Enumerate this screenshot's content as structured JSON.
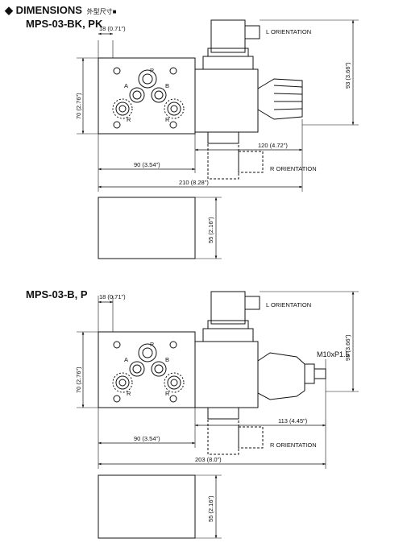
{
  "header": {
    "bullet": "◆",
    "title": "DIMENSIONS",
    "subtitle": "外型尺寸■"
  },
  "models": [
    {
      "title": "MPS-03-BK, PK",
      "dims": {
        "port_offset": "18 (0.71\")",
        "height": "70 (2.76\")",
        "overall_height": "93 (3.66\")",
        "block_width": "90 (3.54\")",
        "knob_reach": "120 (4.72\")",
        "overall_length": "210 (8.28\")",
        "bottom_height": "55 (2.16\")"
      },
      "l_orientation": "L ORIENTATION",
      "r_orientation": "R ORIENTATION",
      "ports": {
        "p": "P",
        "a": "A",
        "b": "B",
        "r1": "R",
        "r2": "R"
      }
    },
    {
      "title": "MPS-03-B, P",
      "dims": {
        "port_offset": "18 (0.71\")",
        "height": "70 (2.76\")",
        "overall_height": "93 (3.66\")",
        "block_width": "90 (3.54\")",
        "knob_reach": "113 (4.45\")",
        "overall_length": "203 (8.0\")",
        "bottom_height": "55 (2.16\")",
        "thread": "M10xP1.5"
      },
      "l_orientation": "L ORIENTATION",
      "r_orientation": "R ORIENTATION",
      "ports": {
        "p": "P",
        "a": "A",
        "b": "B",
        "r1": "R",
        "r2": "R"
      }
    }
  ]
}
